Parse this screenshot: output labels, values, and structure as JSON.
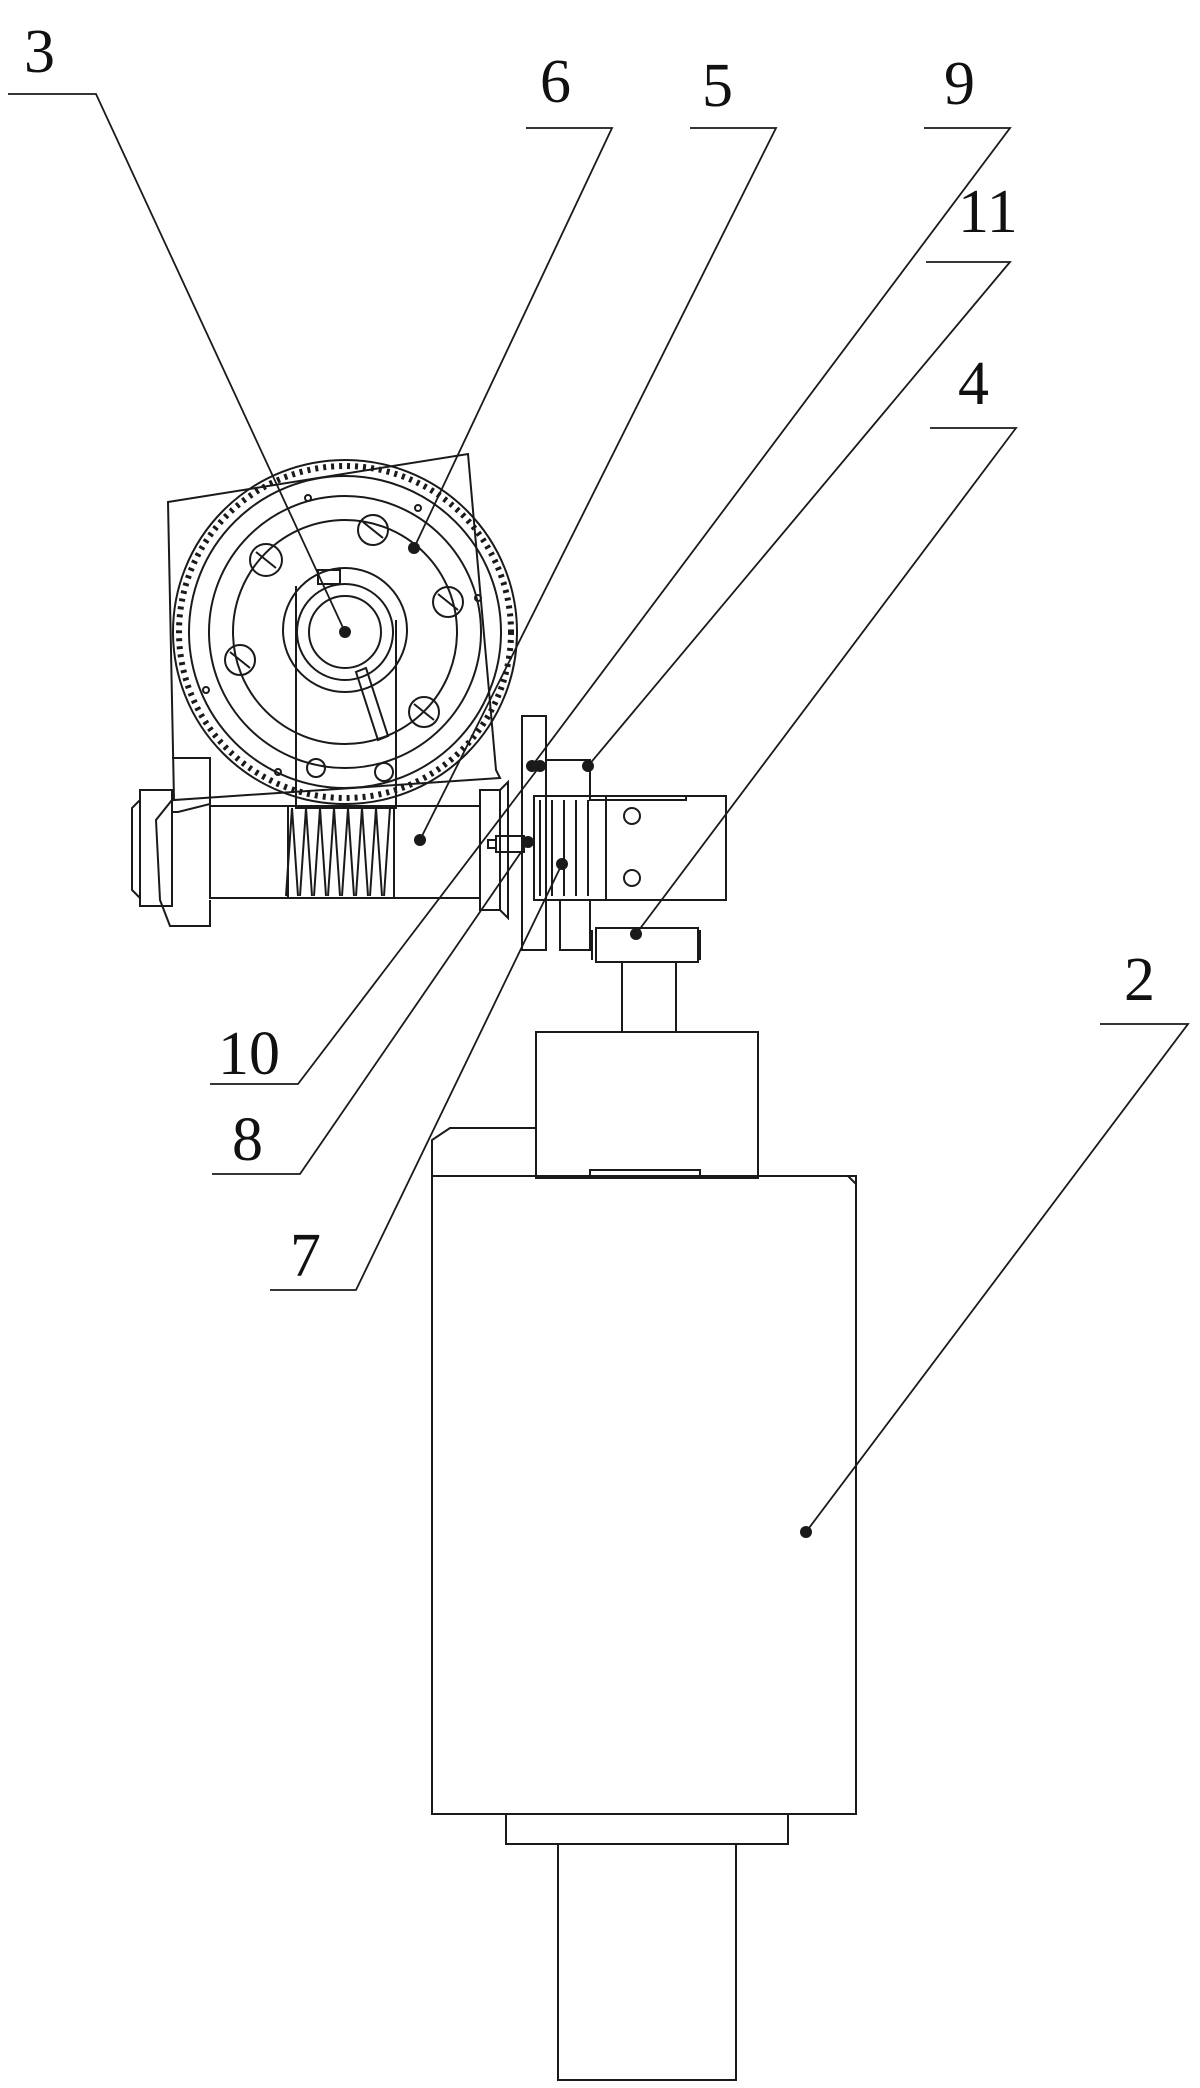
{
  "figure": {
    "labels": [
      {
        "id": "label-3",
        "text": "3"
      },
      {
        "id": "label-6",
        "text": "6"
      },
      {
        "id": "label-5",
        "text": "5"
      },
      {
        "id": "label-9",
        "text": "9"
      },
      {
        "id": "label-11",
        "text": "11"
      },
      {
        "id": "label-4",
        "text": "4"
      },
      {
        "id": "label-2",
        "text": "2"
      },
      {
        "id": "label-10",
        "text": "10"
      },
      {
        "id": "label-8",
        "text": "8"
      },
      {
        "id": "label-7",
        "text": "7"
      }
    ],
    "colors": {
      "line": "#1a1a1a",
      "background": "#ffffff"
    }
  }
}
